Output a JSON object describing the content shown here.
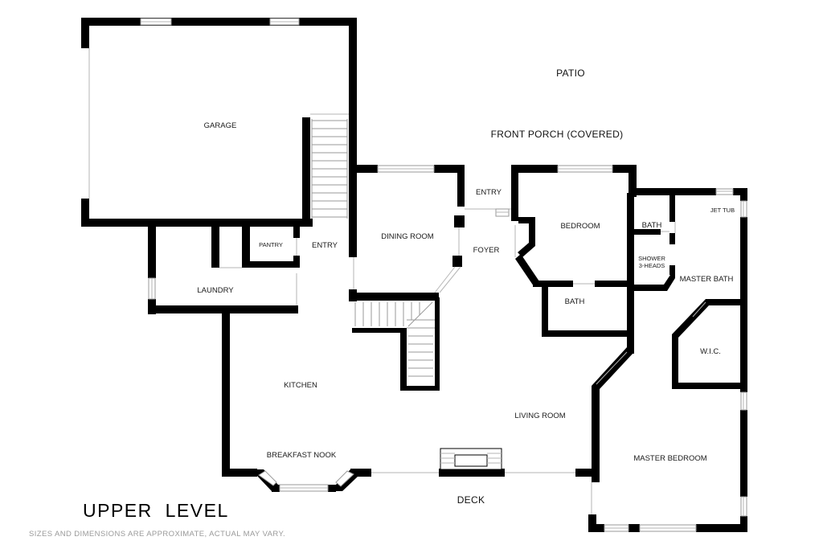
{
  "level_title": "UPPER LEVEL",
  "disclaimer": "SIZES AND DIMENSIONS ARE APPROXIMATE, ACTUAL MAY VARY.",
  "rooms": {
    "garage": "GARAGE",
    "patio": "PATIO",
    "front_porch": "FRONT PORCH (COVERED)",
    "entry_front": "ENTRY",
    "entry_side": "ENTRY",
    "pantry": "PANTRY",
    "laundry": "LAUNDRY",
    "dining_room": "DINING ROOM",
    "foyer": "FOYER",
    "bedroom": "BEDROOM",
    "bath_upper": "BATH",
    "bath_lower": "BATH",
    "jet_tub": "JET TUB",
    "shower_line1": "SHOWER",
    "shower_line2": "3-HEADS",
    "master_bath": "MASTER BATH",
    "wic": "W.I.C.",
    "kitchen": "KITCHEN",
    "living_room": "LIVING ROOM",
    "breakfast_nook": "BREAKFAST NOOK",
    "master_bedroom": "MASTER BEDROOM",
    "deck": "DECK"
  }
}
